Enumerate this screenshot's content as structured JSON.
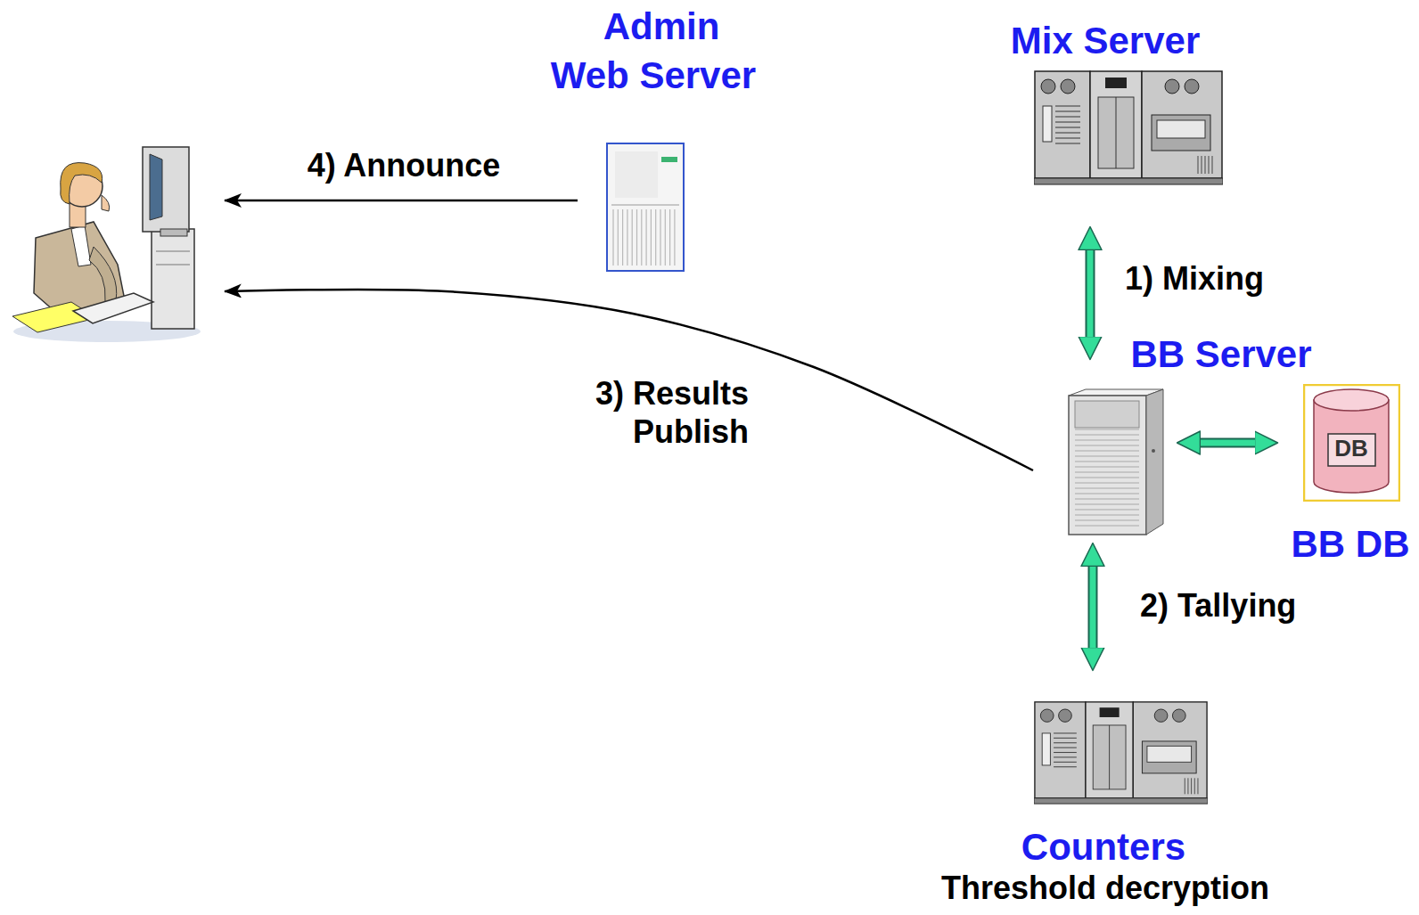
{
  "diagram": {
    "nodes": [
      {
        "text": []
      },
      {
        "text": [
          "Admin Web Server"
        ]
      },
      {
        "text": [
          "Mix Server"
        ]
      },
      {
        "text": [
          "BB Server"
        ]
      },
      {
        "text": [
          "DB",
          "BB DB"
        ]
      },
      {
        "text": [
          "Counters",
          "Threshold decryption"
        ]
      }
    ],
    "edges": [
      {
        "from": 2,
        "to": 3,
        "label": "1) Mixing",
        "arrow": "both"
      },
      {
        "from": 3,
        "to": 5,
        "label": "2) Tallying",
        "arrow": "both"
      },
      {
        "from": 3,
        "to": 0,
        "label": "3) Results Publish",
        "arrow": "to"
      },
      {
        "from": 1,
        "to": 0,
        "label": "4) Announce",
        "arrow": "to"
      },
      {
        "from": 3,
        "to": 4,
        "arrow": "both"
      }
    ]
  }
}
